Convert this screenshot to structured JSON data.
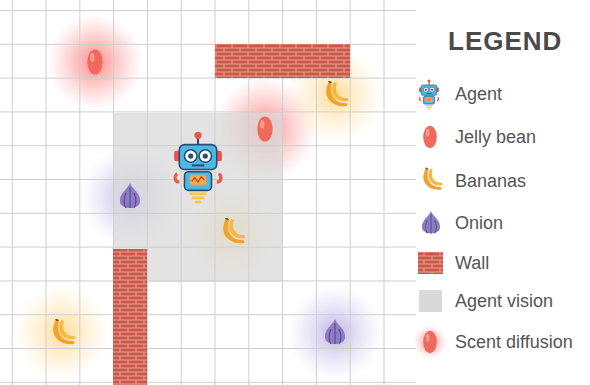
{
  "diagram": {
    "title": "LEGEND",
    "legend": [
      {
        "text": "Agent"
      },
      {
        "text": "Jelly bean"
      },
      {
        "text": "Bananas"
      },
      {
        "text": "Onion"
      },
      {
        "text": "Wall"
      },
      {
        "text": "Agent vision",
        "color": "#d9d9d9"
      },
      {
        "text": "Scent diffusion"
      }
    ]
  }
}
